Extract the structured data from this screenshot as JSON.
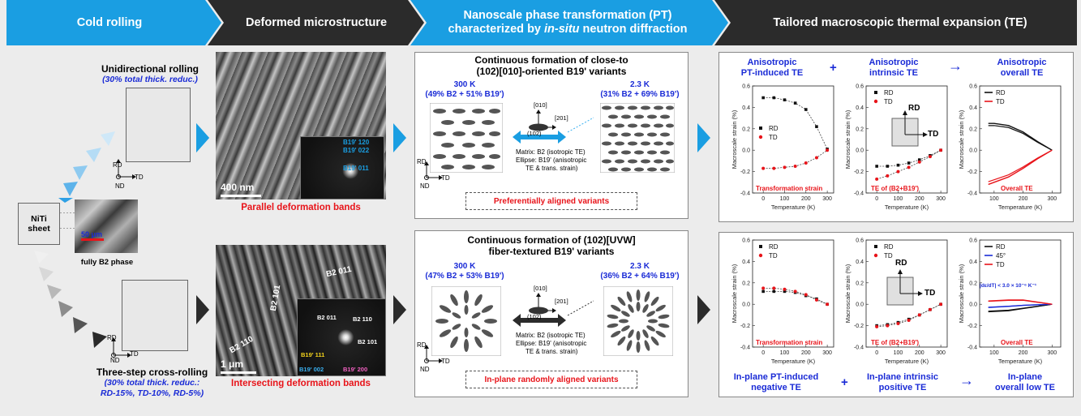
{
  "header": {
    "step1": "Cold rolling",
    "step2": "Deformed microstructure",
    "step3_line1": "Nanoscale phase transformation (PT)",
    "step3_line2_pre": "characterized by ",
    "step3_line2_italic": "in-situ",
    "step3_line2_post": " neutron diffraction",
    "step4": "Tailored macroscopic thermal expansion (TE)"
  },
  "rolling": {
    "uni_title": "Unidirectional rolling",
    "uni_sub": "(30% total thick. reduc.)",
    "cross_title": "Three-step cross-rolling",
    "cross_sub1": "(30% total thick. reduc.:",
    "cross_sub2": "RD-15%, TD-10%, RD-5%)",
    "rd": "RD",
    "td": "TD",
    "nd": "ND",
    "sheet_label1": "NiTi",
    "sheet_label2": "sheet",
    "scale_50": "50 μm",
    "fully_b2": "fully B2 phase"
  },
  "micro": {
    "top_scale": "400 nm",
    "top_caption": "Parallel deformation bands",
    "sad_top": [
      "B19' 120",
      "B19' 022",
      "B19' 011"
    ],
    "bot_scale": "1 μm",
    "bot_caption": "Intersecting deformation bands",
    "band_labels": [
      "B2 011",
      "B2 101",
      "B2 110"
    ],
    "sad_bot": [
      "B2 011",
      "B2 110",
      "B2 101",
      "B19' 111",
      "B19' 002",
      "B19' 200"
    ]
  },
  "pt_top": {
    "title1": "Continuous formation of close-to",
    "title2": "(102)[010]-oriented B19' variants",
    "left_temp": "300 K",
    "left_frac": "(49% B2 + 51% B19')",
    "right_temp": "2.3 K",
    "right_frac": "(31% B2 + 69% B19')",
    "axis_010": "[010]",
    "axis_201": "[201]",
    "axis_102": "(102)",
    "matrix_line1": "Matrix: B2 (isotropic TE)",
    "matrix_line2": "Ellipse: B19' (anisotropic",
    "matrix_line3": "TE & trans. strain)",
    "caption": "Preferentially aligned variants"
  },
  "pt_bot": {
    "title1": "Continuous formation of (102)[UVW]",
    "title2": "fiber-textured B19' variants",
    "left_temp": "300 K",
    "left_frac": "(47% B2 + 53% B19')",
    "right_temp": "2.3 K",
    "right_frac": "(36% B2 + 64% B19')",
    "caption": "In-plane randomly aligned variants"
  },
  "te_top": {
    "h1a": "Anisotropic",
    "h1b": "PT-induced TE",
    "plus": "+",
    "h2a": "Anisotropic",
    "h2b": "intrinsic TE",
    "arrow": "→",
    "h3a": "Anisotropic",
    "h3b": "overall TE",
    "label1": "Transformation strain",
    "label2": "TE of (B2+B19')",
    "label3": "Overall TE"
  },
  "te_bot": {
    "label1": "Transformation strain",
    "label2": "TE of (B2+B19')",
    "label3": "Overall TE",
    "annot": "|dε/dT| < 3.0 × 10⁻⁶ K⁻¹",
    "f1a": "In-plane PT-induced",
    "f1b": "negative TE",
    "plus": "+",
    "f2a": "In-plane intrinsic",
    "f2b": "positive TE",
    "arrow": "→",
    "f3a": "In-plane",
    "f3b": "overall low TE"
  },
  "axes": {
    "ylabel": "Macroscale strain (%)",
    "xlabel": "Temperature (K)",
    "xticks": [
      "0",
      "100",
      "200",
      "300"
    ],
    "yticks": [
      "0.6",
      "0.4",
      "0.2",
      "0.0",
      "-0.2",
      "-0.4"
    ],
    "legend_rd": "RD",
    "legend_td": "TD",
    "legend_45": "45°"
  },
  "chart_data": [
    {
      "type": "line",
      "id": "top-transformation",
      "xlim": [
        -50,
        330
      ],
      "ylim": [
        -0.4,
        0.6
      ],
      "series": [
        {
          "name": "RD",
          "x": [
            0,
            50,
            100,
            150,
            200,
            250,
            300
          ],
          "y": [
            0.49,
            0.49,
            0.47,
            0.44,
            0.38,
            0.22,
            0.01
          ]
        },
        {
          "name": "TD",
          "x": [
            0,
            50,
            100,
            150,
            200,
            250,
            300
          ],
          "y": [
            -0.17,
            -0.17,
            -0.16,
            -0.15,
            -0.12,
            -0.07,
            0.0
          ]
        }
      ]
    },
    {
      "type": "line",
      "id": "top-intrinsic",
      "xlim": [
        -50,
        330
      ],
      "ylim": [
        -0.4,
        0.6
      ],
      "series": [
        {
          "name": "RD",
          "x": [
            0,
            50,
            100,
            150,
            200,
            250,
            300
          ],
          "y": [
            -0.15,
            -0.15,
            -0.14,
            -0.12,
            -0.09,
            -0.05,
            0.0
          ]
        },
        {
          "name": "TD",
          "x": [
            0,
            50,
            100,
            150,
            200,
            250,
            300
          ],
          "y": [
            -0.27,
            -0.24,
            -0.2,
            -0.16,
            -0.11,
            -0.06,
            0.0
          ]
        }
      ]
    },
    {
      "type": "line",
      "id": "top-overall",
      "xlim": [
        50,
        330
      ],
      "ylim": [
        -0.4,
        0.6
      ],
      "series": [
        {
          "name": "RD",
          "x": [
            80,
            100,
            150,
            200,
            250,
            300
          ],
          "y": [
            0.25,
            0.25,
            0.23,
            0.17,
            0.08,
            0.0
          ]
        },
        {
          "name": "TD",
          "x": [
            80,
            100,
            150,
            200,
            250,
            300
          ],
          "y": [
            -0.32,
            -0.3,
            -0.25,
            -0.17,
            -0.08,
            0.0
          ]
        }
      ]
    },
    {
      "type": "line",
      "id": "bot-transformation",
      "xlim": [
        -50,
        330
      ],
      "ylim": [
        -0.4,
        0.6
      ],
      "series": [
        {
          "name": "RD",
          "x": [
            0,
            50,
            100,
            150,
            200,
            250,
            300
          ],
          "y": [
            0.12,
            0.12,
            0.12,
            0.11,
            0.08,
            0.05,
            0.0
          ]
        },
        {
          "name": "TD",
          "x": [
            0,
            50,
            100,
            150,
            200,
            250,
            300
          ],
          "y": [
            0.15,
            0.15,
            0.14,
            0.12,
            0.09,
            0.04,
            0.0
          ]
        }
      ]
    },
    {
      "type": "line",
      "id": "bot-intrinsic",
      "xlim": [
        -50,
        330
      ],
      "ylim": [
        -0.4,
        0.6
      ],
      "series": [
        {
          "name": "RD",
          "x": [
            0,
            50,
            100,
            150,
            200,
            250,
            300
          ],
          "y": [
            -0.2,
            -0.19,
            -0.17,
            -0.14,
            -0.1,
            -0.05,
            0.0
          ]
        },
        {
          "name": "TD",
          "x": [
            0,
            50,
            100,
            150,
            200,
            250,
            300
          ],
          "y": [
            -0.21,
            -0.2,
            -0.18,
            -0.15,
            -0.1,
            -0.05,
            0.0
          ]
        }
      ]
    },
    {
      "type": "line",
      "id": "bot-overall",
      "xlim": [
        50,
        330
      ],
      "ylim": [
        -0.4,
        0.6
      ],
      "series": [
        {
          "name": "RD",
          "x": [
            80,
            150,
            200,
            250,
            300
          ],
          "y": [
            -0.07,
            -0.06,
            -0.04,
            -0.02,
            0.0
          ]
        },
        {
          "name": "45°",
          "x": [
            80,
            150,
            200,
            250,
            300
          ],
          "y": [
            -0.03,
            -0.02,
            -0.01,
            -0.005,
            0.0
          ]
        },
        {
          "name": "TD",
          "x": [
            80,
            150,
            200,
            250,
            300
          ],
          "y": [
            0.03,
            0.04,
            0.04,
            0.02,
            0.0
          ]
        }
      ]
    }
  ],
  "colors": {
    "header_blue": "#1a9ee2",
    "header_dark": "#2b2b2b",
    "rd_series": "#111111",
    "td_series": "#e8141a",
    "deg45_series": "#1a2bd6"
  }
}
